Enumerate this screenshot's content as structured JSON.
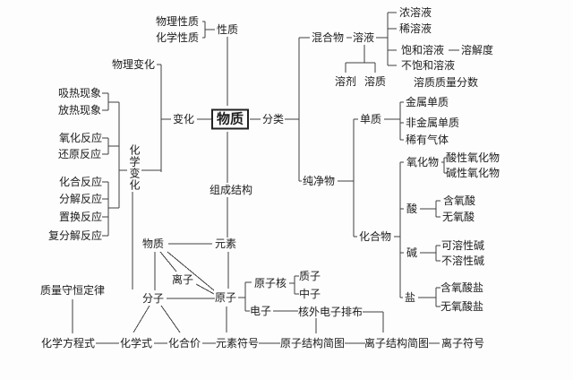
{
  "page": {
    "background": "#fdfdfd",
    "line_color": "#404040",
    "text_color": "#1c1c1c"
  },
  "nodes": {
    "matter_center": "物质",
    "properties": "性质",
    "physical_properties": "物理性质",
    "chemical_properties": "化学性质",
    "physical_change": "物理变化",
    "change": "变化",
    "classification": "分类",
    "composition_structure": "组成结构",
    "endothermic_phenomenon": "吸热现象",
    "exothermic_phenomenon": "放热现象",
    "oxidation_reaction": "氧化反应",
    "reduction_reaction": "还原反应",
    "combination_reaction": "化合反应",
    "decomposition_reaction": "分解反应",
    "displacement_reaction": "置换反应",
    "double_decomposition_reaction": "复分解反应",
    "chemical_change": "化学变化",
    "mass_conservation_law": "质量守恒定律",
    "matter_lower": "物质",
    "element": "元素",
    "ion": "离子",
    "molecule": "分子",
    "atom": "原子",
    "nucleus": "原子核",
    "proton": "质子",
    "neutron": "中子",
    "electron": "电子",
    "electron_arrangement": "核外电子排布",
    "chemical_equation": "化学方程式",
    "chemical_formula": "化学式",
    "valence": "化合价",
    "element_symbol": "元素符号",
    "atom_structure_diagram": "原子结构简图",
    "ion_structure_diagram": "离子结构简图",
    "ion_symbol": "离子符号",
    "mixture": "混合物",
    "solution": "溶液",
    "concentrated_solution": "浓溶液",
    "dilute_solution": "稀溶液",
    "saturated_solution": "饱和溶液",
    "solubility": "溶解度",
    "unsaturated_solution": "不饱和溶液",
    "solvent": "溶剂",
    "solute": "溶质",
    "solute_mass_fraction": "溶质质量分数",
    "pure_substance": "纯净物",
    "simple_substance": "单质",
    "metal_simple_substance": "金属单质",
    "nonmetal_simple_substance": "非金属单质",
    "noble_gas": "稀有气体",
    "oxide": "氧化物",
    "acidic_oxide": "酸性氧化物",
    "basic_oxide": "碱性氧化物",
    "compound": "化合物",
    "acid": "酸",
    "oxyacid": "含氧酸",
    "oxygen_free_acid": "无氧酸",
    "base": "碱",
    "soluble_base": "可溶性碱",
    "insoluble_base": "不溶性碱",
    "salt": "盐",
    "oxysalt": "含氧酸盐",
    "oxygen_free_salt": "无氧酸盐"
  }
}
